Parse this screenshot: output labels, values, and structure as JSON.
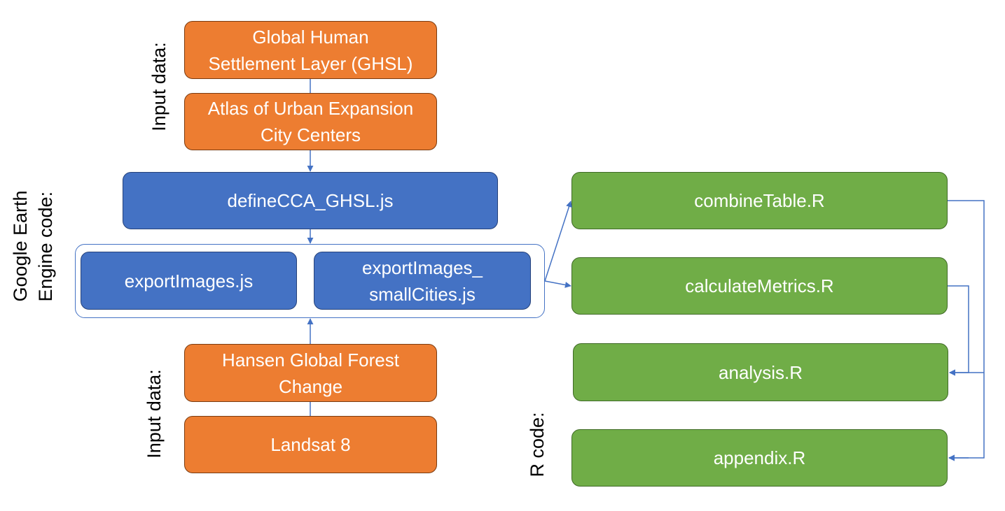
{
  "labels": {
    "input_data_top": "Input data:",
    "gee_code": "Google Earth\nEngine code:",
    "input_data_bottom": "Input data:",
    "r_code": "R code:"
  },
  "nodes": {
    "ghsl": "Global Human\nSettlement Layer (GHSL)",
    "atlas": "Atlas of Urban Expansion\nCity Centers",
    "define_cca": "defineCCA_GHSL.js",
    "export_images": "exportImages.js",
    "export_images_small": "exportImages_\nsmallCities.js",
    "hansen": "Hansen Global Forest\nChange",
    "landsat": "Landsat 8",
    "combine_table": "combineTable.R",
    "calculate_metrics": "calculateMetrics.R",
    "analysis": "analysis.R",
    "appendix": "appendix.R"
  },
  "colors": {
    "input_data": "#ED7D31",
    "gee_code": "#4472C4",
    "r_code": "#70AD47",
    "connector": "#4472C4"
  }
}
